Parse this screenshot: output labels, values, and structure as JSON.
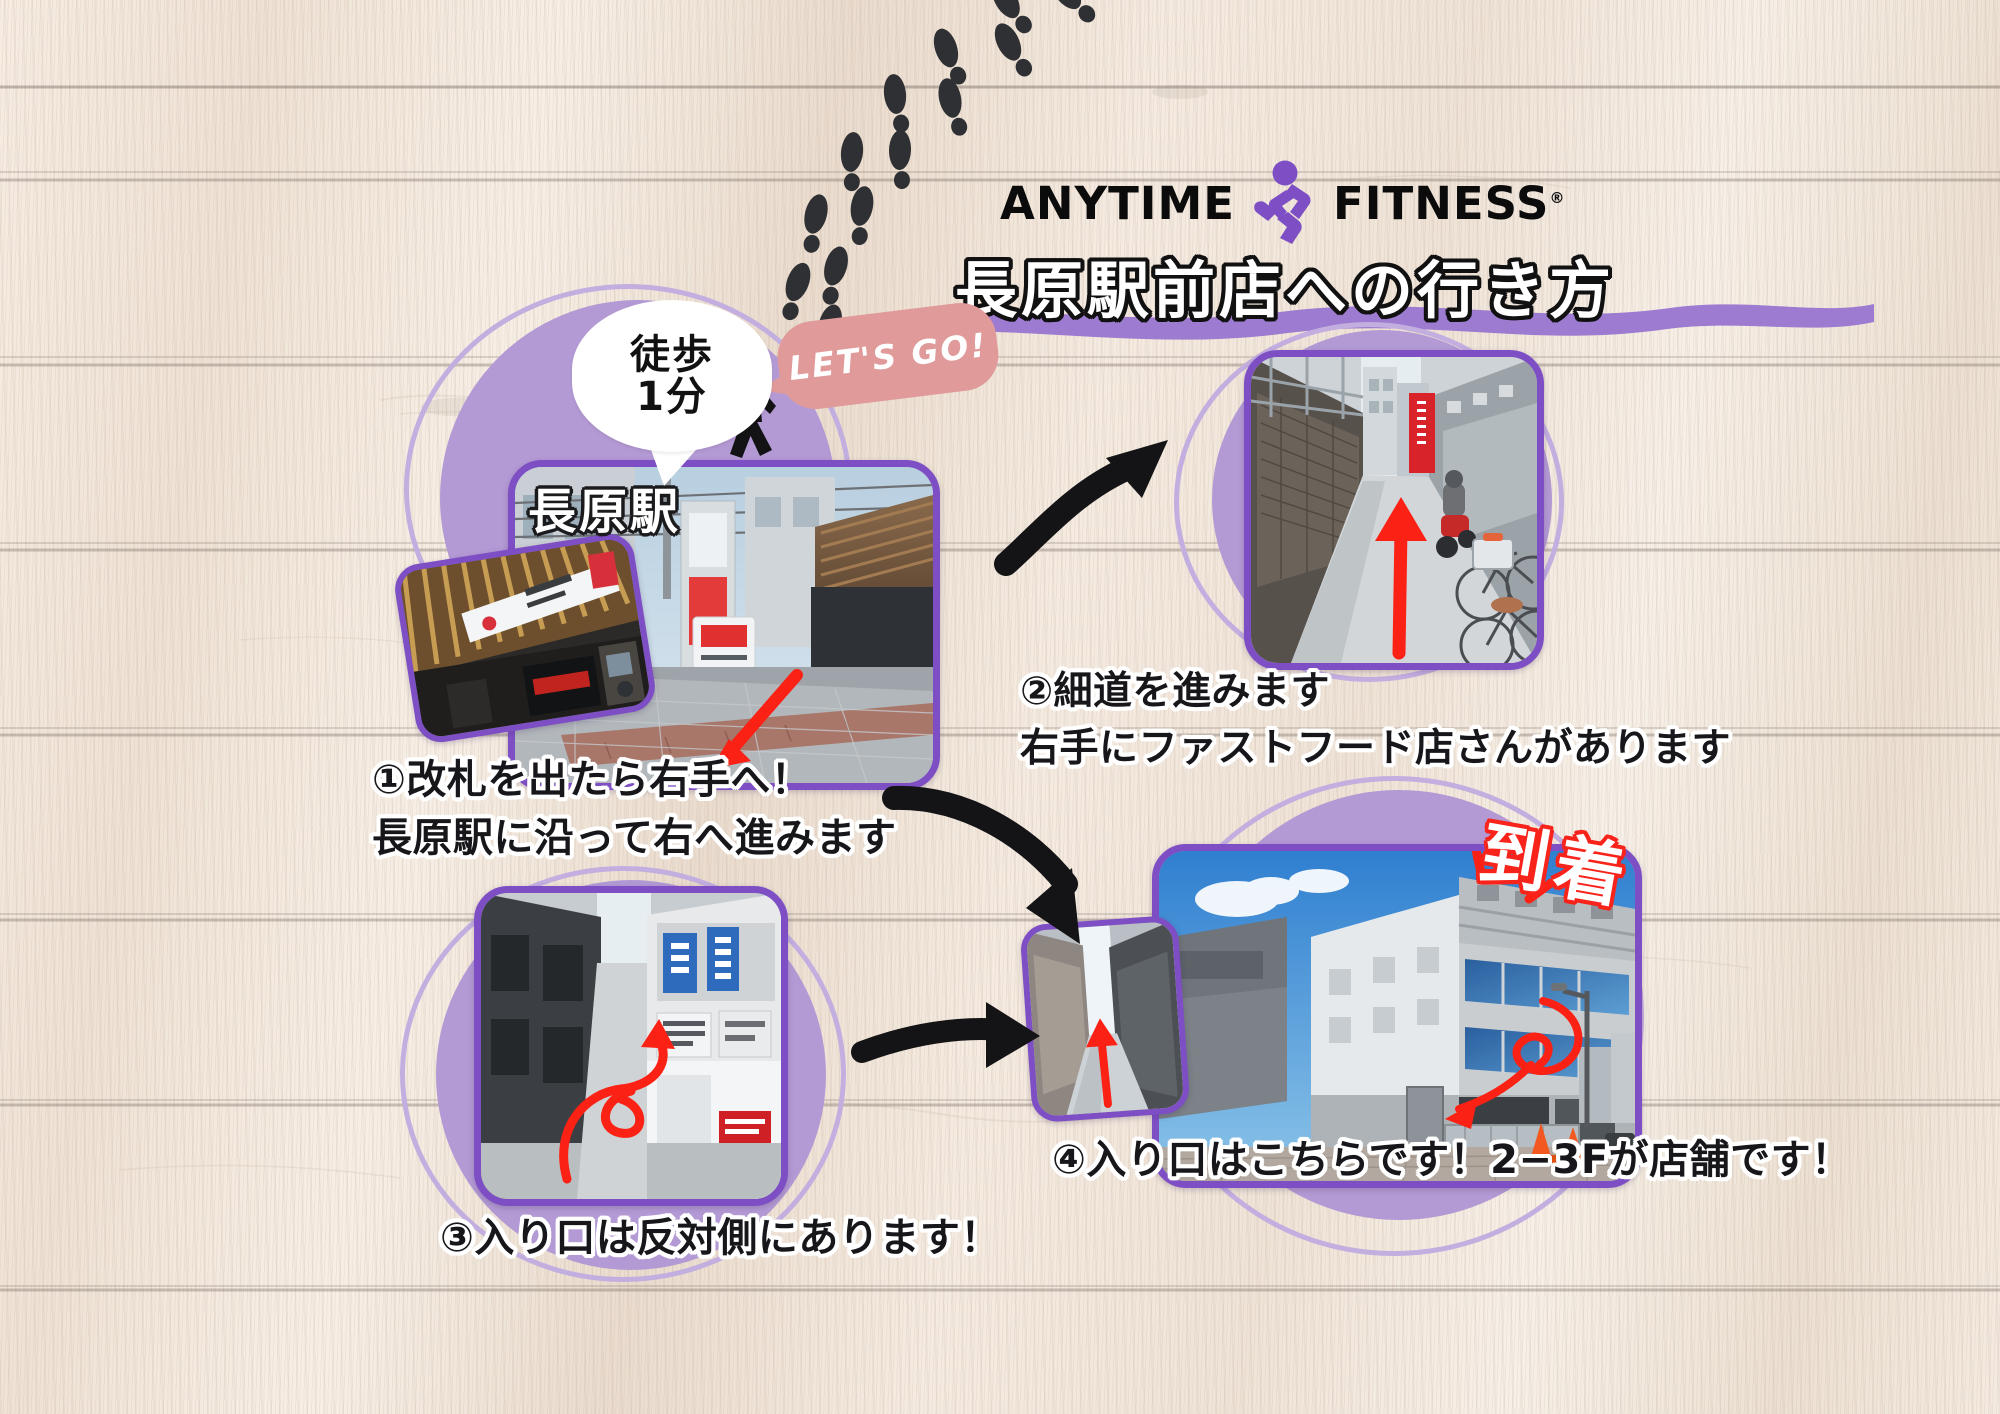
{
  "brand": {
    "logo_word_1": "ANYTIME",
    "logo_word_2": "FITNESS",
    "registered_mark": "®",
    "runner_icon": "running-person-icon",
    "accent_purple": "#7e4fc4",
    "blob_purple": "#b49ad4",
    "ring_purple": "#c3aee0",
    "brush_purple": "#9d7bd0",
    "red": "#fb2d24",
    "pink": "#e09a9a"
  },
  "header": {
    "title": "長原駅前店への行き方"
  },
  "walk": {
    "bubble_line1": "徒歩",
    "bubble_line2": "1分",
    "lets_go": "LET'S GO!",
    "walker_icon": "walking-person-icon",
    "footprints_icon": "footprints-trail-icon"
  },
  "photos": {
    "station_label": "長原駅",
    "arrive_label": "到着",
    "p1_alt": "nagahara-station-exit-photo",
    "p1_inset_alt": "nagahara-station-entrance-inset-photo",
    "p2_alt": "narrow-alley-photo",
    "p3_alt": "building-front-photo",
    "p4_alt": "gym-building-arrival-photo",
    "p4_inset_alt": "entrance-alley-inset-photo"
  },
  "steps": [
    {
      "id": "step-1",
      "lines": [
        "①改札を出たら右手へ！",
        "長原駅に沿って右へ進みます"
      ]
    },
    {
      "id": "step-2",
      "lines": [
        "②細道を進みます",
        "右手にファストフード店さんがあります"
      ]
    },
    {
      "id": "step-3",
      "lines": [
        "③入り口は反対側にあります！"
      ]
    },
    {
      "id": "step-4",
      "lines": [
        "④入り口はこちらです！2−3Fが店舗です！"
      ]
    }
  ]
}
